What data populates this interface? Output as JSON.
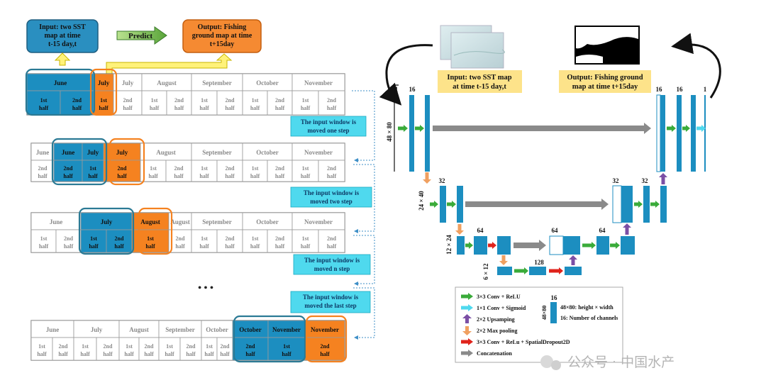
{
  "left": {
    "input_box": [
      "Input: two SST",
      "map at time",
      "t-15 day,t"
    ],
    "predict_label": "Predict",
    "output_box": [
      "Output: Fishing",
      "ground map at time",
      "t+15day"
    ],
    "ellipsis": "• • •",
    "half_labels": {
      "first": [
        "1st",
        "half"
      ],
      "second": [
        "2nd",
        "half"
      ]
    },
    "rows": [
      {
        "months": [
          "June",
          "July",
          "July",
          "August",
          "September",
          "October",
          "November"
        ],
        "step_label": [
          "The input window is",
          "moved one step"
        ]
      },
      {
        "months": [
          "June",
          "June",
          "July",
          "July",
          "August",
          "September",
          "October",
          "November"
        ],
        "step_label": [
          "The input window is",
          "moved two step"
        ]
      },
      {
        "months": [
          "June",
          "July",
          "August",
          "August",
          "September",
          "October",
          "November"
        ],
        "step_label": [
          "The input window is",
          "moved n step"
        ]
      },
      {
        "months": [
          "June",
          "July",
          "August",
          "September",
          "October",
          "October",
          "November",
          "November"
        ],
        "step_label": [
          "The input window is",
          "moved the last step"
        ]
      }
    ]
  },
  "right": {
    "input_label": [
      "Input: two SST map",
      "at time t-15 day,t"
    ],
    "output_label": [
      "Output: Fishing ground",
      "map at time t+15day"
    ],
    "dims": {
      "l1": "48 × 80",
      "l2": "24 × 40",
      "l3": "12 × 24",
      "l4": "6 × 12"
    },
    "channels": {
      "c1": "1",
      "c16a": "16",
      "c32a": "32",
      "c64a": "64",
      "c128": "128",
      "c64b": "64",
      "c64c": "64",
      "c32b": "32",
      "c32c": "32",
      "c16b": "16",
      "c16c": "16",
      "c1b": "1"
    },
    "legend": {
      "items": [
        "3×3 Conv + ReLU",
        "1×1 Conv + Sigmoid",
        "2×2 Upsamping",
        "2×2 Max pooling",
        "3×3 Conv + ReLu + SpatialDropout2D",
        "Concatenation"
      ],
      "key_channels": "16",
      "key_dim": "48×80",
      "key_desc": [
        "48×80: height × width",
        "16: Number of channels"
      ]
    }
  },
  "watermark": "公众号 · 中国水产",
  "colors": {
    "teal": "#1c8ec0",
    "orange": "#f58220",
    "cyan": "#4fd9ee",
    "green": "#3aab3a",
    "purple": "#7b4fa5",
    "red": "#e0231b",
    "gray": "#8a8a8a",
    "yellow": "#fff27a",
    "gold": "#fde38a"
  }
}
